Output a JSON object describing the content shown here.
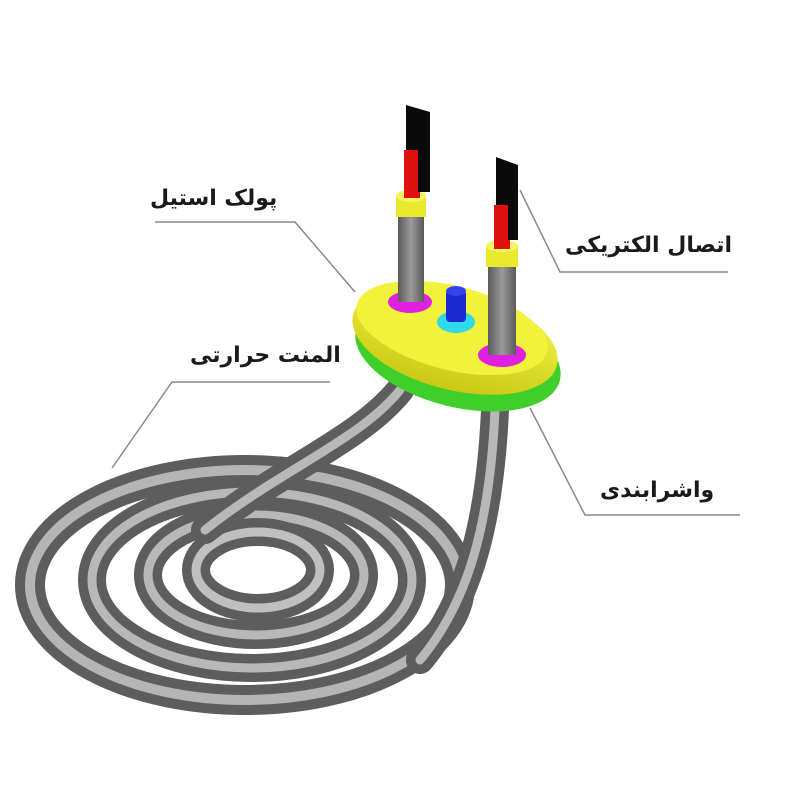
{
  "diagram": {
    "subject": "Electric heating element (spiral) components",
    "labels": {
      "steel_plate": "پولک استیل",
      "electrical_connection": "اتصال الکتریکی",
      "heating_element": "المنت حرارتی",
      "gasket": "واشرابندی"
    },
    "colors": {
      "tube": "#8a8a8a",
      "tube_highlight": "#d8d8d8",
      "plate": "#e8e82a",
      "gasket": "#3fcf2a",
      "terminal_ring": "#e020e0",
      "terminal_black": "#0a0a0a",
      "terminal_red": "#e01010",
      "insulation_yellow": "#e9e930",
      "stud_blue": "#1020c0",
      "nut_cyan": "#30d8e8",
      "leader_line": "#8a8a8a"
    }
  }
}
